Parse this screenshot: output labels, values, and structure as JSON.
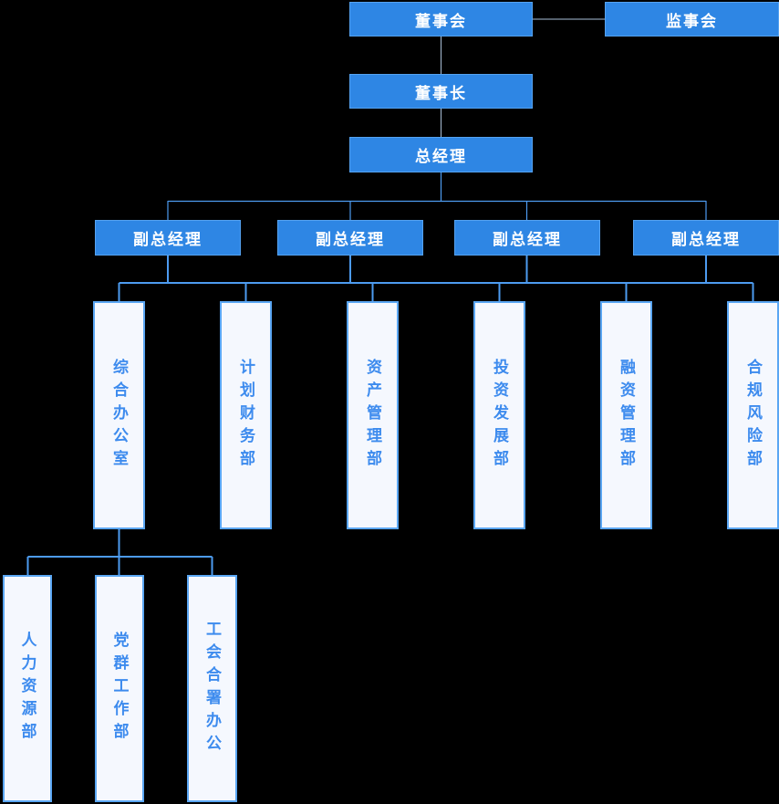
{
  "org": {
    "board": "董事会",
    "supervisory_board": "监事会",
    "chairman": "董事长",
    "general_manager": "总经理",
    "deputy_general_managers": [
      "副总经理",
      "副总经理",
      "副总经理",
      "副总经理"
    ],
    "departments": [
      "综合办公室",
      "计划财务部",
      "资产管理部",
      "投资发展部",
      "融资管理部",
      "合规风险部"
    ],
    "general_office_sub_departments": [
      "人力资源部",
      "党群工作部",
      "工会合署办公"
    ]
  },
  "hierarchy": {
    "peer_link": [
      "董事会",
      "监事会"
    ],
    "chain": [
      "董事会",
      "董事长",
      "总经理"
    ],
    "gm_children": [
      "副总经理",
      "副总经理",
      "副总经理",
      "副总经理"
    ],
    "deputies_shared_departments": [
      "综合办公室",
      "计划财务部",
      "资产管理部",
      "投资发展部",
      "融资管理部",
      "合规风险部"
    ],
    "general_office_children": [
      "人力资源部",
      "党群工作部",
      "工会合署办公"
    ]
  },
  "colors": {
    "background": "#000000",
    "node_fill": "#2E86E4",
    "node_border": "#55A2F0",
    "node_text": "#FFFFFF",
    "dept_fill": "#F5F8FE",
    "dept_border": "#5AA6F3",
    "dept_text": "#3D8BEE",
    "connector_top": "#A9BFD8",
    "connector_blue": "#4D9BF0"
  }
}
